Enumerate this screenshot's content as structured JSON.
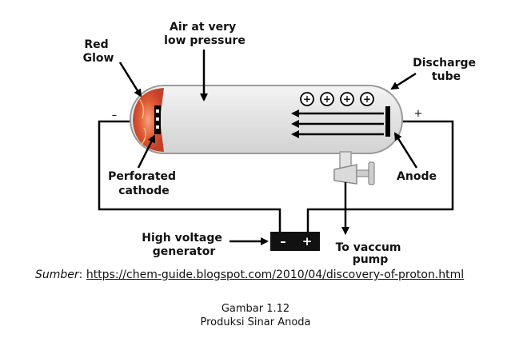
{
  "diagram": {
    "labels": {
      "air": [
        "Air at very",
        "low pressure"
      ],
      "red_glow": [
        "Red",
        "Glow"
      ],
      "discharge_tube": [
        "Discharge",
        "tube"
      ],
      "perforated_cathode": [
        "Perforated",
        "cathode"
      ],
      "anode": "Anode",
      "high_voltage_generator": [
        "High voltage",
        "generator"
      ],
      "vacuum_pump": [
        "To vaccum",
        "pump"
      ]
    },
    "tube_signs": {
      "cathode": "–",
      "anode": "+"
    },
    "generator_signs": {
      "negative": "–",
      "positive": "+"
    },
    "ion_symbol": "+",
    "colors": {
      "tube_fill": "#e6e6e6",
      "glow": "#d9532b",
      "wire": "#000000"
    }
  },
  "source": {
    "label": "Sumber",
    "separator": ": ",
    "url": "https://chem-guide.blogspot.com/2010/04/discovery-of-proton.html"
  },
  "caption": {
    "number": "Gambar 1.12",
    "title": "Produksi Sinar Anoda"
  }
}
